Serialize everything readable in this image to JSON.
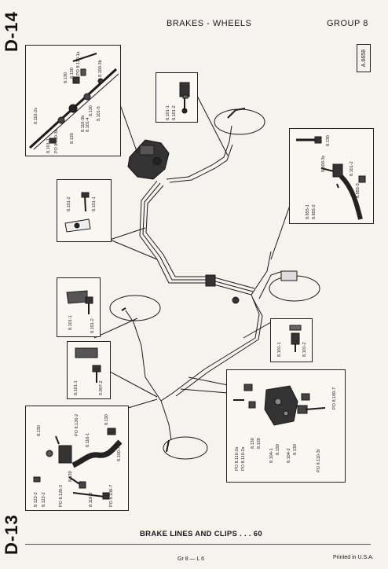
{
  "side_codes": {
    "top": "D-14",
    "bottom": "D-13"
  },
  "header": {
    "title": "BRAKES - WHEELS",
    "group": "GROUP 8"
  },
  "ref_code": "A.6658",
  "insets": {
    "top_left": [
      "8.110-2s",
      "8.130",
      "8.130",
      "PO 8.110-1s",
      "8.100-3b",
      "8.130",
      "8.101-5",
      "8.110-3b",
      "8.101-4",
      "8.130",
      "8.101-1",
      "PO 8.110-3b"
    ],
    "left_clip_a": [
      "8.101-2",
      "8.101-1"
    ],
    "left_clip_b": [
      "8.101-1",
      "8.101-2"
    ],
    "left_clip_c": [
      "8.101-1",
      "9.007-2"
    ],
    "top_center": [
      "8.101-1",
      "8.101-2"
    ],
    "right_hose": [
      "8.130",
      "8.100-3c",
      "8.101-2",
      "8.855-3",
      "8.855-1",
      "8.855-2"
    ],
    "right_clip": [
      "8.101-1",
      "8.101-2"
    ],
    "bottom_left": [
      "8.130",
      "PO 8.126-2",
      "8.116-1",
      "8.130",
      "8.100-7",
      "8.122-2",
      "8.122-2",
      "8.130",
      "PO 8.126-2",
      "8.116-3",
      "PO 8.100-7"
    ],
    "bottom_right": [
      "PO 8.100-7",
      "PO 8.110-2s",
      "PO 8.110-2s",
      "8.130",
      "8.130",
      "8.104-1",
      "8.130",
      "8.104-2",
      "8.130",
      "PO 8.110-3t"
    ]
  },
  "caption": "BRAKE LINES AND CLIPS . . . 60",
  "footer": {
    "page_ref": "Gr 8 — L 6",
    "printed": "Printed in U.S.A."
  },
  "colors": {
    "ink": "#1a1a1a",
    "paper": "#f4f3ee"
  }
}
